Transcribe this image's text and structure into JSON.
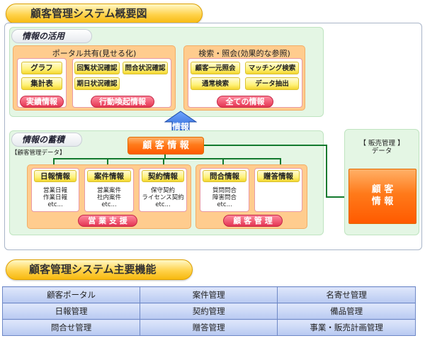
{
  "overview_title": "顧客管理システム概要図",
  "utilization": {
    "title": "情報の活用",
    "portal": {
      "title": "ポータル共有(見せる化)",
      "results_buttons": [
        "グラフ",
        "集計表"
      ],
      "results_label": "実績情報",
      "action_buttons": [
        "回覧状況確認",
        "問合状況確認",
        "期日状況確認"
      ],
      "action_label": "行動喚起情報"
    },
    "search": {
      "title": "検索・照会(効果的な参照)",
      "buttons": [
        "顧客一元照会",
        "マッチング検索",
        "通常検索",
        "データ抽出"
      ],
      "label": "全ての情報"
    }
  },
  "arrow_label": "情報",
  "accumulation": {
    "title": "情報の蓄積",
    "customer_data_caption": "【顧客管理データ】",
    "customer_info": "顧 客 情 報",
    "sales_support": {
      "items": [
        {
          "title": "日報情報",
          "lines": [
            "営業日報",
            "作業日報",
            "etc..."
          ]
        },
        {
          "title": "案件情報",
          "lines": [
            "営業案件",
            "社内案件",
            "etc..."
          ]
        },
        {
          "title": "契約情報",
          "lines": [
            "保守契約",
            "ライセンス契約",
            "etc..."
          ]
        }
      ],
      "label": "営 業 支 援"
    },
    "customer_mgmt": {
      "items": [
        {
          "title": "問合情報",
          "lines": [
            "質問問合",
            "障害問合",
            "etc..."
          ]
        },
        {
          "title": "贈答情報",
          "lines": []
        }
      ],
      "label": "顧 客 管 理"
    }
  },
  "sales_data": {
    "caption_line1": "【 販売管理 】",
    "caption_line2": "データ",
    "customer_info_line1": "顧 客",
    "customer_info_line2": "情 報"
  },
  "functions_title": "顧客管理システム主要機能",
  "functions": [
    [
      "顧客ポータル",
      "案件管理",
      "名寄せ管理"
    ],
    [
      "日報管理",
      "契約管理",
      "備品管理"
    ],
    [
      "問合せ管理",
      "贈答管理",
      "事業・販売計画管理"
    ]
  ],
  "colors": {
    "accent_yellow": "#ffd24a",
    "panel_green": "#e4f6e4",
    "box_orange": "#ffcc8e",
    "label_red": "#e43553",
    "arrow_blue": "#2f6fe0",
    "connector_green": "#137a2e",
    "table_blue": "#b8c9f1"
  }
}
